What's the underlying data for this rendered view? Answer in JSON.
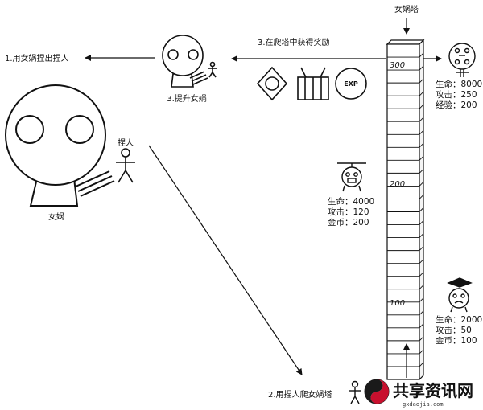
{
  "tower": {
    "title": "女娲塔",
    "floors": {
      "f300": "300",
      "f200": "200",
      "f100": "100"
    }
  },
  "steps": {
    "step1": "1.用女娲捏出捏人",
    "step2": "2.用捏人爬女娲塔",
    "step3": "3.在爬塔中获得奖励",
    "step3b": "3.提升女娲"
  },
  "characters": {
    "nuwa": "女娲",
    "niren": "捏人"
  },
  "rewards": {
    "exp_label": "EXP"
  },
  "monsters": [
    {
      "lines": [
        "生命：8000",
        "攻击：250",
        "经验：200"
      ]
    },
    {
      "lines": [
        "生命：4000",
        "攻击：120",
        "金币：200"
      ]
    },
    {
      "lines": [
        "生命：2000",
        "攻击：50",
        "金币：100"
      ]
    }
  ],
  "watermark": {
    "name": "共享资讯网",
    "url": "gxdaojia.com"
  }
}
